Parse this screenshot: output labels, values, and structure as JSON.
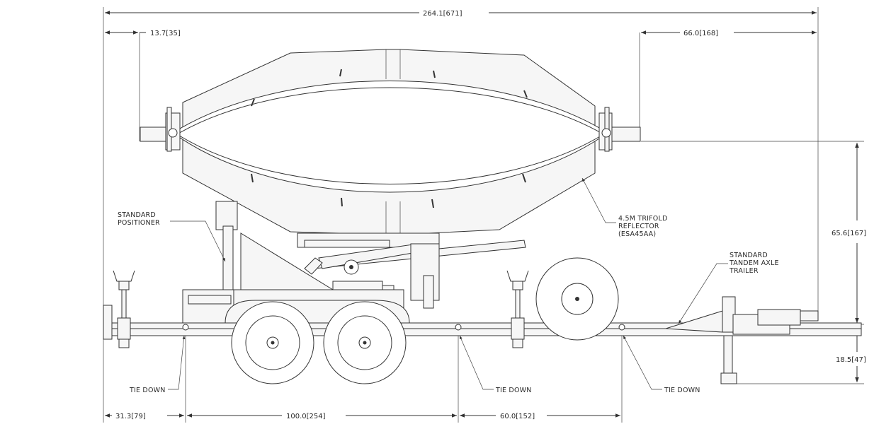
{
  "dimensions": {
    "overall_length": "264.1",
    "overall_length_mm": "671",
    "left_overhang": "13.7",
    "left_overhang_mm": "35",
    "right_overhang": "66.0",
    "right_overhang_mm": "168",
    "reflector_height": "65.6",
    "reflector_height_mm": "167",
    "frame_height": "18.5",
    "frame_height_mm": "47",
    "front_tiedown": "31.3",
    "front_tiedown_mm": "79",
    "tiedown_spacing_1": "100.0",
    "tiedown_spacing_1_mm": "254",
    "tiedown_spacing_2": "60.0",
    "tiedown_spacing_2_mm": "152"
  },
  "labels": {
    "positioner_line1": "STANDARD",
    "positioner_line2": "POSITIONER",
    "reflector_line1": "4.5M TRIFOLD",
    "reflector_line2": "REFLECTOR",
    "reflector_line3": "(ESA45AA)",
    "trailer_line1": "STANDARD",
    "trailer_line2": "TANDEM AXLE",
    "trailer_line3": "TRAILER",
    "tie_down_1": "TIE DOWN",
    "tie_down_2": "TIE DOWN",
    "tie_down_3": "TIE DOWN"
  }
}
